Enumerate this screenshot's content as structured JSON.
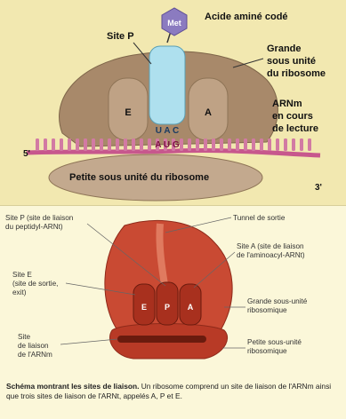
{
  "top": {
    "amino_acid": "Met",
    "amino_acid_label": "Acide aminé codé",
    "site_p": "Site P",
    "large_subunit": [
      "Grande",
      "sous unité",
      "du ribosome"
    ],
    "site_e": "E",
    "site_a": "A",
    "mrna": [
      "ARNm",
      "en cours",
      "de lecture"
    ],
    "anticodon": "U A C",
    "codon": "A U G",
    "five_prime": "5'",
    "three_prime": "3'",
    "small_subunit": "Petite sous unité du ribosome"
  },
  "bottom": {
    "site_p_lines": [
      "Site P (site de liaison",
      "du peptidyl-ARNt)"
    ],
    "exit_tunnel": "Tunnel de sortie",
    "site_a_lines": [
      "Site A (site de liaison",
      "de l'aminoacyl-ARNt)"
    ],
    "site_e_lines": [
      "Site E",
      "(site de sortie,",
      "exit)"
    ],
    "tube_e": "E",
    "tube_p": "P",
    "tube_a": "A",
    "large_lines": [
      "Grande sous-unité",
      "ribosomique"
    ],
    "mrna_site_lines": [
      "Site",
      "de liaison",
      "de l'ARNm"
    ],
    "small_lines": [
      "Petite sous-unité",
      "ribosomique"
    ],
    "caption_title": "Schéma montrant les sites de liaison.",
    "caption_text": " Un ribosome comprend un site de liaison de l'ARNm ainsi que trois sites de liaison de l'ARNt, appelés A, P et E."
  }
}
